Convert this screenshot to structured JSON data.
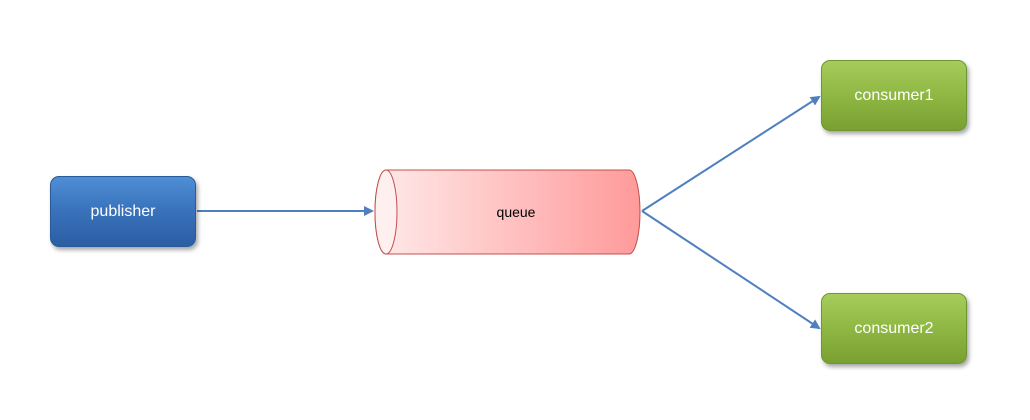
{
  "nodes": {
    "publisher": {
      "label": "publisher"
    },
    "queue": {
      "label": "queue"
    },
    "consumer1": {
      "label": "consumer1"
    },
    "consumer2": {
      "label": "consumer2"
    }
  },
  "colors": {
    "publisher": "#3a74bd",
    "queue_fill_start": "#ffeaea",
    "queue_fill_end": "#ff9a9a",
    "queue_stroke": "#c0504d",
    "consumer": "#8fb743",
    "arrow": "#4f7fbf"
  }
}
